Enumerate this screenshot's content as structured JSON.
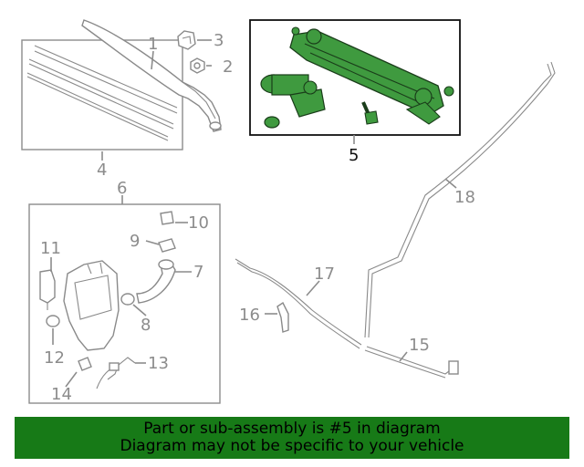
{
  "callouts": {
    "c1": "1",
    "c2": "2",
    "c3": "3",
    "c4": "4",
    "c5": "5",
    "c6": "6",
    "c7": "7",
    "c8": "8",
    "c9": "9",
    "c10": "10",
    "c11": "11",
    "c12": "12",
    "c13": "13",
    "c14": "14",
    "c15": "15",
    "c16": "16",
    "c17": "17",
    "c18": "18"
  },
  "colors": {
    "highlight": "#177a17",
    "assembly": "#3f9a3f",
    "callout": "#8c8c8c"
  },
  "banner": {
    "line1": "Part or sub-assembly is #5 in diagram",
    "line2": "Diagram may not be specific to your vehicle"
  }
}
